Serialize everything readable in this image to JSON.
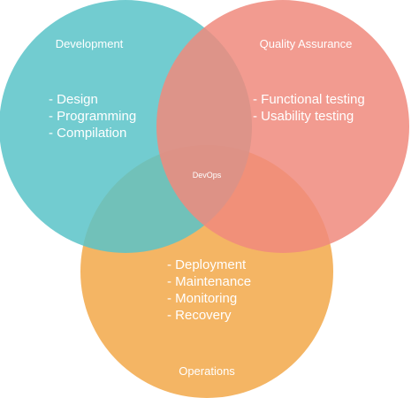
{
  "diagram": {
    "center_label": "DevOps",
    "sets": [
      {
        "id": "development",
        "title": "Development",
        "color": "#59c3c8",
        "items": [
          "- Design",
          "- Programming",
          "- Compilation"
        ]
      },
      {
        "id": "quality-assurance",
        "title": "Quality Assurance",
        "color": "#f08a7d",
        "items": [
          "- Functional testing",
          "- Usability testing"
        ]
      },
      {
        "id": "operations",
        "title": "Operations",
        "color": "#f2a849",
        "items": [
          "- Deployment",
          "- Maintenance",
          "- Monitoring",
          "- Recovery"
        ]
      }
    ]
  }
}
